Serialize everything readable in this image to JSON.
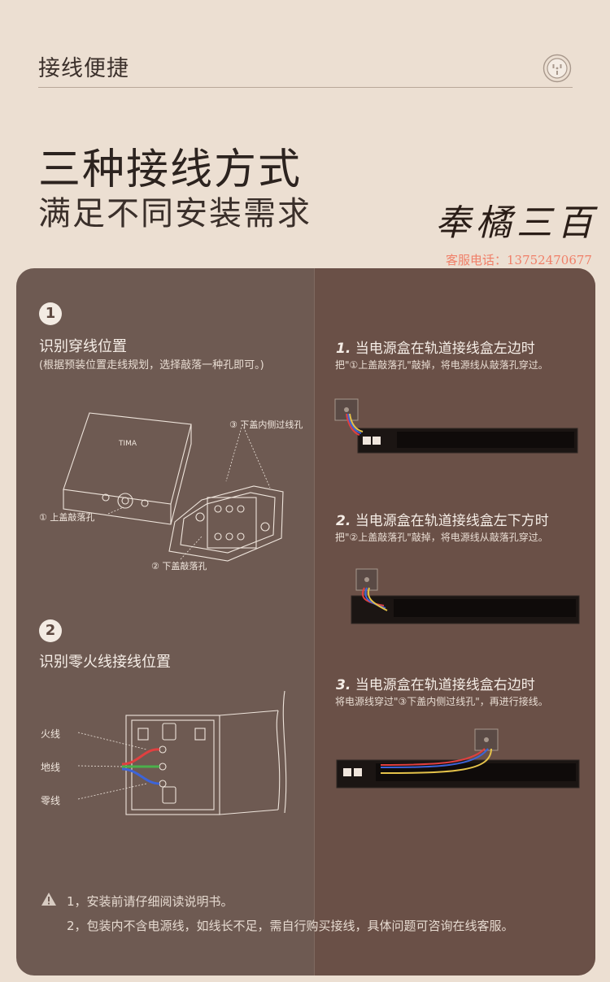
{
  "header": {
    "title": "接线便捷",
    "icon": "power-socket-icon"
  },
  "hero": {
    "title": "三种接线方式",
    "subtitle": "满足不同安装需求"
  },
  "watermark": {
    "brand": "奉橘三百",
    "phone": "客服电话：13752470677"
  },
  "left": {
    "step1": {
      "number": "1",
      "title": "识别穿线位置",
      "desc": "(根据预装位置走线规划，选择敲落一种孔即可。)",
      "callouts": {
        "top_hole": "① 上盖敲落孔",
        "bottom_hole": "② 下盖敲落孔",
        "side_hole": "③ 下盖内侧过线孔"
      },
      "box_brand": "TIMA"
    },
    "step2": {
      "number": "2",
      "title": "识别零火线接线位置",
      "wires": {
        "live": "火线",
        "ground": "地线",
        "neutral": "零线"
      }
    }
  },
  "right": {
    "options": [
      {
        "num": "1.",
        "title": "当电源盒在轨道接线盒左边时",
        "desc": "把\"①上盖敲落孔\"敲掉，将电源线从敲落孔穿过。"
      },
      {
        "num": "2.",
        "title": "当电源盒在轨道接线盒左下方时",
        "desc": "把\"②上盖敲落孔\"敲掉，将电源线从敲落孔穿过。"
      },
      {
        "num": "3.",
        "title": "当电源盒在轨道接线盒右边时",
        "desc": "将电源线穿过\"③下盖内侧过线孔\"，再进行接线。"
      }
    ]
  },
  "notes": [
    "1，安装前请仔细阅读说明书。",
    "2，包装内不含电源线，如线长不足，需自行购买接线，具体问题可咨询在线客服。"
  ],
  "colors": {
    "background": "#ecdfd2",
    "panel": "#6e5a52",
    "panel_right": "#6a5047",
    "watermark_phone": "#f07f68",
    "wire_red": "#e04040",
    "wire_blue": "#3d64d8",
    "wire_green": "#4bb04b",
    "wire_yellow": "#e4c24a"
  }
}
